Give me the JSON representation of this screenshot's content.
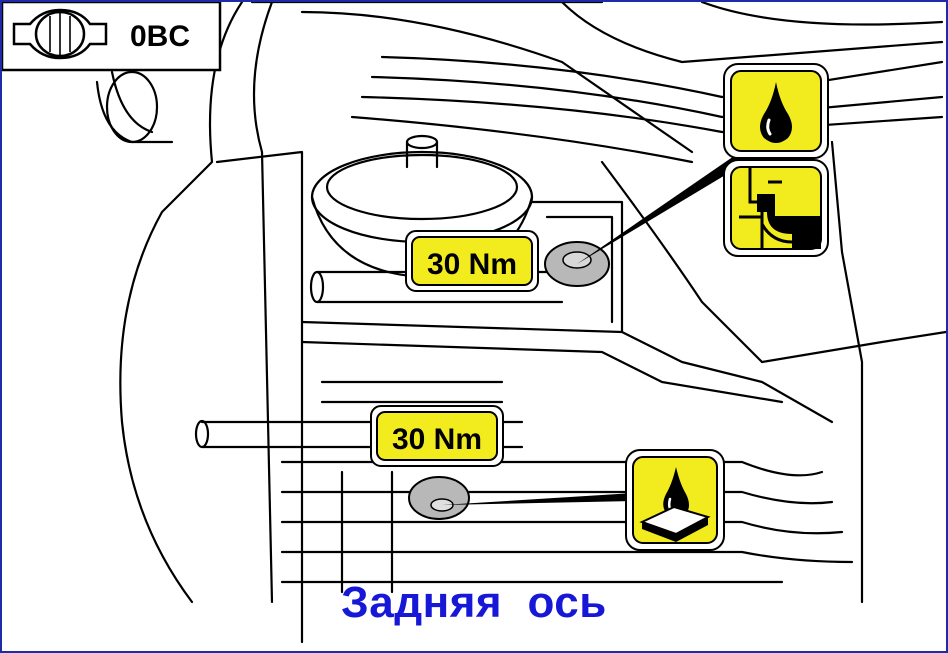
{
  "header": {
    "code": "0BC",
    "icon": "transmission-gearbox-icon"
  },
  "torque_labels": [
    {
      "id": "upper",
      "text": "30 Nm"
    },
    {
      "id": "lower",
      "text": "30 Nm"
    }
  ],
  "symbols": {
    "upper_top": "oil-drop-icon",
    "upper_bottom": "fill-level-icon",
    "lower": "oil-drain-icon"
  },
  "caption": "Задняя  ось",
  "colors": {
    "label_fill": "#f2ec1e",
    "caption": "#1717d8",
    "frame": "#1e2aa8",
    "plug": "#b8b8b8"
  }
}
